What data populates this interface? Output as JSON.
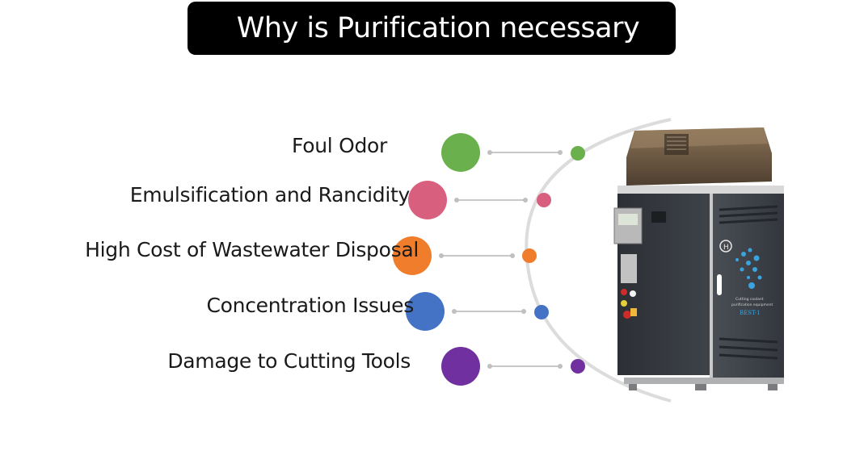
{
  "title": "Why is Purification necessary",
  "items": [
    {
      "label": "Foul Odor",
      "color": "#6ab04c"
    },
    {
      "label": "Emulsification and Rancidity",
      "color": "#d95f7f"
    },
    {
      "label": "High Cost of Wastewater Disposal",
      "color": "#f07d2c"
    },
    {
      "label": "Concentration Issues",
      "color": "#4472c4"
    },
    {
      "label": "Damage to Cutting Tools",
      "color": "#7030a0"
    }
  ],
  "machine": {
    "panel_text_1": "Cutting coolant",
    "panel_text_2": "purification equipment",
    "model": "BEST-1",
    "logo": "H",
    "body_color": "#3d4148",
    "lid_color": "#6e5a44"
  }
}
